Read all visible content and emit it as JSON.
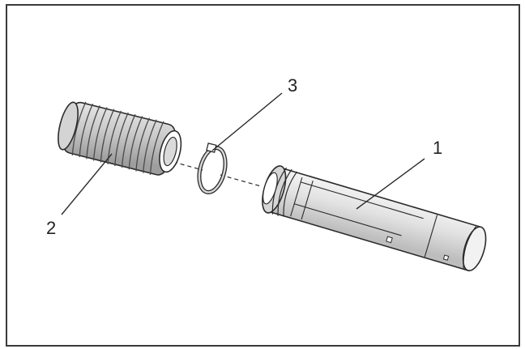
{
  "callouts": [
    {
      "id": "1",
      "label": "1"
    },
    {
      "id": "2",
      "label": "2"
    },
    {
      "id": "3",
      "label": "3"
    }
  ],
  "colors": {
    "border": "#3a3a3a",
    "line": "#2b2b2b",
    "shade": "#cfcfcf",
    "light": "#efefef"
  }
}
